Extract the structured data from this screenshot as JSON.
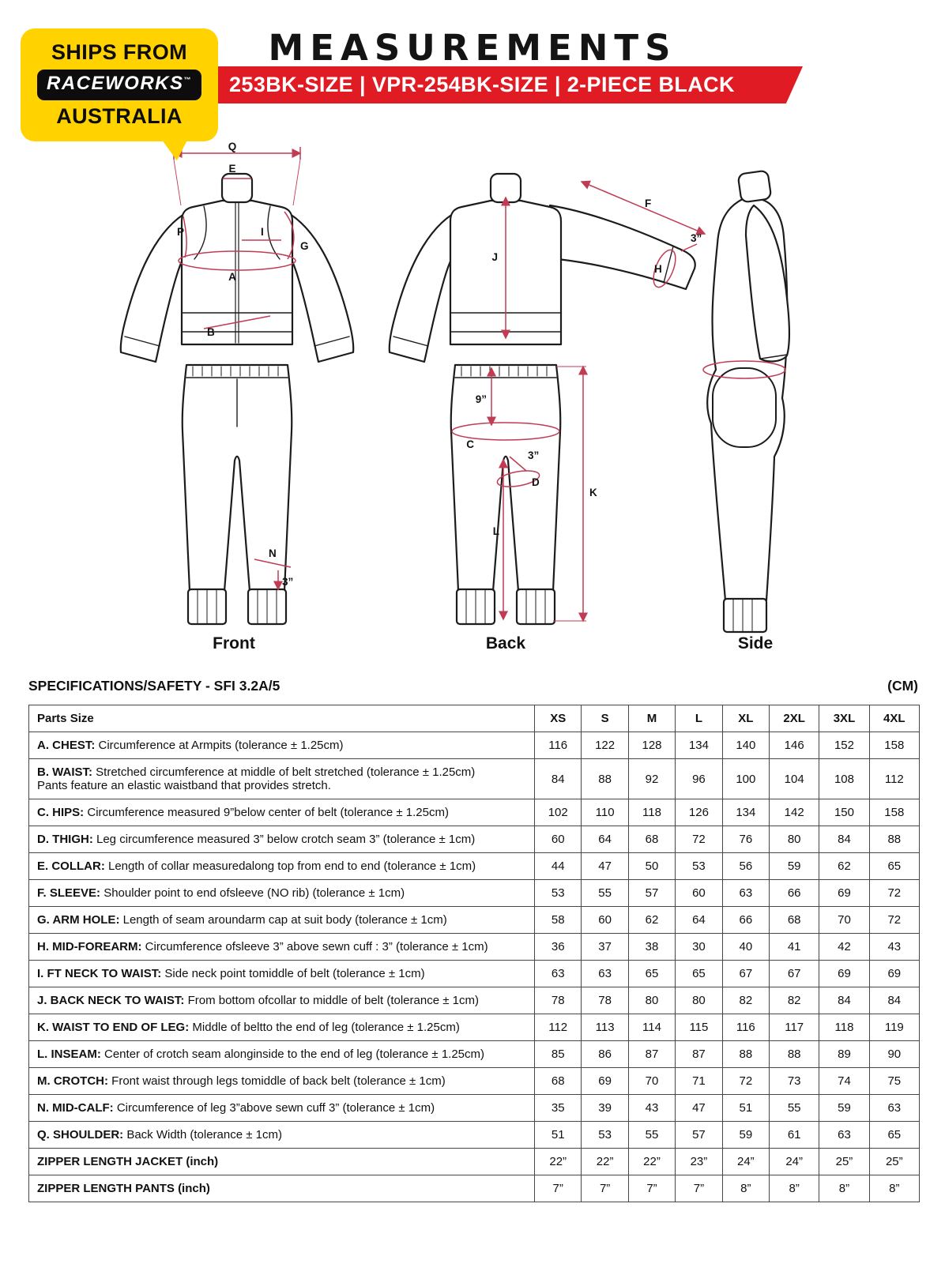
{
  "colors": {
    "banner_red": "#e01b24",
    "badge_yellow": "#ffd200",
    "brand_black": "#0d0d0d",
    "measure_red": "#c13b54",
    "ink": "#141414"
  },
  "header": {
    "title": "MEASUREMENTS",
    "badge": {
      "ships_from": "SHIPS FROM",
      "brand": "RACEWORKS",
      "trademark": "™",
      "australia": "AUSTRALIA"
    },
    "banner_text": "253BK-SIZE | VPR-254BK-SIZE | 2-PIECE BLACK"
  },
  "diagram": {
    "front": {
      "caption": "Front",
      "q": "Q",
      "e": "E",
      "p": "P",
      "i": "I",
      "g": "G",
      "a": "A",
      "b": "B",
      "n": "N",
      "three_inch": "3”"
    },
    "back": {
      "caption": "Back",
      "f": "F",
      "three_inch_sleeve": "3”",
      "h": "H",
      "j": "J",
      "nine_inch": "9”",
      "c": "C",
      "three_inch_thigh": "3”",
      "d": "D",
      "k": "K",
      "l": "L"
    },
    "side": {
      "caption": "Side"
    }
  },
  "specs": {
    "heading": "SPECIFICATIONS/SAFETY - SFI 3.2A/5",
    "unit_label": "(CM)",
    "table": {
      "columns": [
        "Parts Size",
        "XS",
        "S",
        "M",
        "L",
        "XL",
        "2XL",
        "3XL",
        "4XL"
      ],
      "rows": [
        {
          "name": "A. CHEST:",
          "desc": " Circumference at Armpits (tolerance ± 1.25cm)",
          "values": [
            "116",
            "122",
            "128",
            "134",
            "140",
            "146",
            "152",
            "158"
          ]
        },
        {
          "name": "B. WAIST:",
          "desc": " Stretched circumference at middle of belt stretched (tolerance ± 1.25cm)\nPants feature an elastic waistband that provides stretch.",
          "values": [
            "84",
            "88",
            "92",
            "96",
            "100",
            "104",
            "108",
            "112"
          ]
        },
        {
          "name": "C. HIPS:",
          "desc": " Circumference measured 9”below center of belt (tolerance ± 1.25cm)",
          "values": [
            "102",
            "110",
            "118",
            "126",
            "134",
            "142",
            "150",
            "158"
          ]
        },
        {
          "name": "D. THIGH:",
          "desc": " Leg circumference measured 3” below crotch seam 3” (tolerance ± 1cm)",
          "values": [
            "60",
            "64",
            "68",
            "72",
            "76",
            "80",
            "84",
            "88"
          ]
        },
        {
          "name": "E. COLLAR:",
          "desc": " Length of collar measuredalong top from end to end (tolerance ± 1cm)",
          "values": [
            "44",
            "47",
            "50",
            "53",
            "56",
            "59",
            "62",
            "65"
          ]
        },
        {
          "name": "F. SLEEVE:",
          "desc": " Shoulder point to end ofsleeve (NO rib) (tolerance ± 1cm)",
          "values": [
            "53",
            "55",
            "57",
            "60",
            "63",
            "66",
            "69",
            "72"
          ]
        },
        {
          "name": "G. ARM HOLE:",
          "desc": " Length of seam aroundarm cap at suit body (tolerance ± 1cm)",
          "values": [
            "58",
            "60",
            "62",
            "64",
            "66",
            "68",
            "70",
            "72"
          ]
        },
        {
          "name": "H. MID-FOREARM:",
          "desc": " Circumference ofsleeve 3” above sewn cuff : 3” (tolerance ± 1cm)",
          "values": [
            "36",
            "37",
            "38",
            "30",
            "40",
            "41",
            "42",
            "43"
          ]
        },
        {
          "name": "I. FT NECK TO WAIST:",
          "desc": " Side neck point tomiddle of belt (tolerance ± 1cm)",
          "values": [
            "63",
            "63",
            "65",
            "65",
            "67",
            "67",
            "69",
            "69"
          ]
        },
        {
          "name": "J. BACK NECK TO WAIST:",
          "desc": " From bottom ofcollar to middle of belt (tolerance ± 1cm)",
          "values": [
            "78",
            "78",
            "80",
            "80",
            "82",
            "82",
            "84",
            "84"
          ]
        },
        {
          "name": "K. WAIST TO END OF LEG:",
          "desc": " Middle of beltto the end of leg (tolerance ± 1.25cm)",
          "values": [
            "112",
            "113",
            "114",
            "115",
            "116",
            "117",
            "118",
            "119"
          ]
        },
        {
          "name": "L. INSEAM:",
          "desc": " Center of crotch seam alonginside to the end of leg (tolerance ± 1.25cm)",
          "values": [
            "85",
            "86",
            "87",
            "87",
            "88",
            "88",
            "89",
            "90"
          ]
        },
        {
          "name": "M. CROTCH:",
          "desc": " Front waist through legs tomiddle of back belt (tolerance ± 1cm)",
          "values": [
            "68",
            "69",
            "70",
            "71",
            "72",
            "73",
            "74",
            "75"
          ]
        },
        {
          "name": "N. MID-CALF:",
          "desc": " Circumference of leg 3”above sewn cuff 3” (tolerance ± 1cm)",
          "values": [
            "35",
            "39",
            "43",
            "47",
            "51",
            "55",
            "59",
            "63"
          ]
        },
        {
          "name": "Q. SHOULDER:",
          "desc": " Back Width (tolerance ± 1cm)",
          "values": [
            "51",
            "53",
            "55",
            "57",
            "59",
            "61",
            "63",
            "65"
          ]
        },
        {
          "name": "ZIPPER LENGTH JACKET (inch)",
          "desc": "",
          "values": [
            "22”",
            "22”",
            "22”",
            "23”",
            "24”",
            "24”",
            "25”",
            "25”"
          ]
        },
        {
          "name": "ZIPPER LENGTH PANTS (inch)",
          "desc": "",
          "values": [
            "7”",
            "7”",
            "7”",
            "7”",
            "8”",
            "8”",
            "8”",
            "8”"
          ]
        }
      ]
    }
  }
}
